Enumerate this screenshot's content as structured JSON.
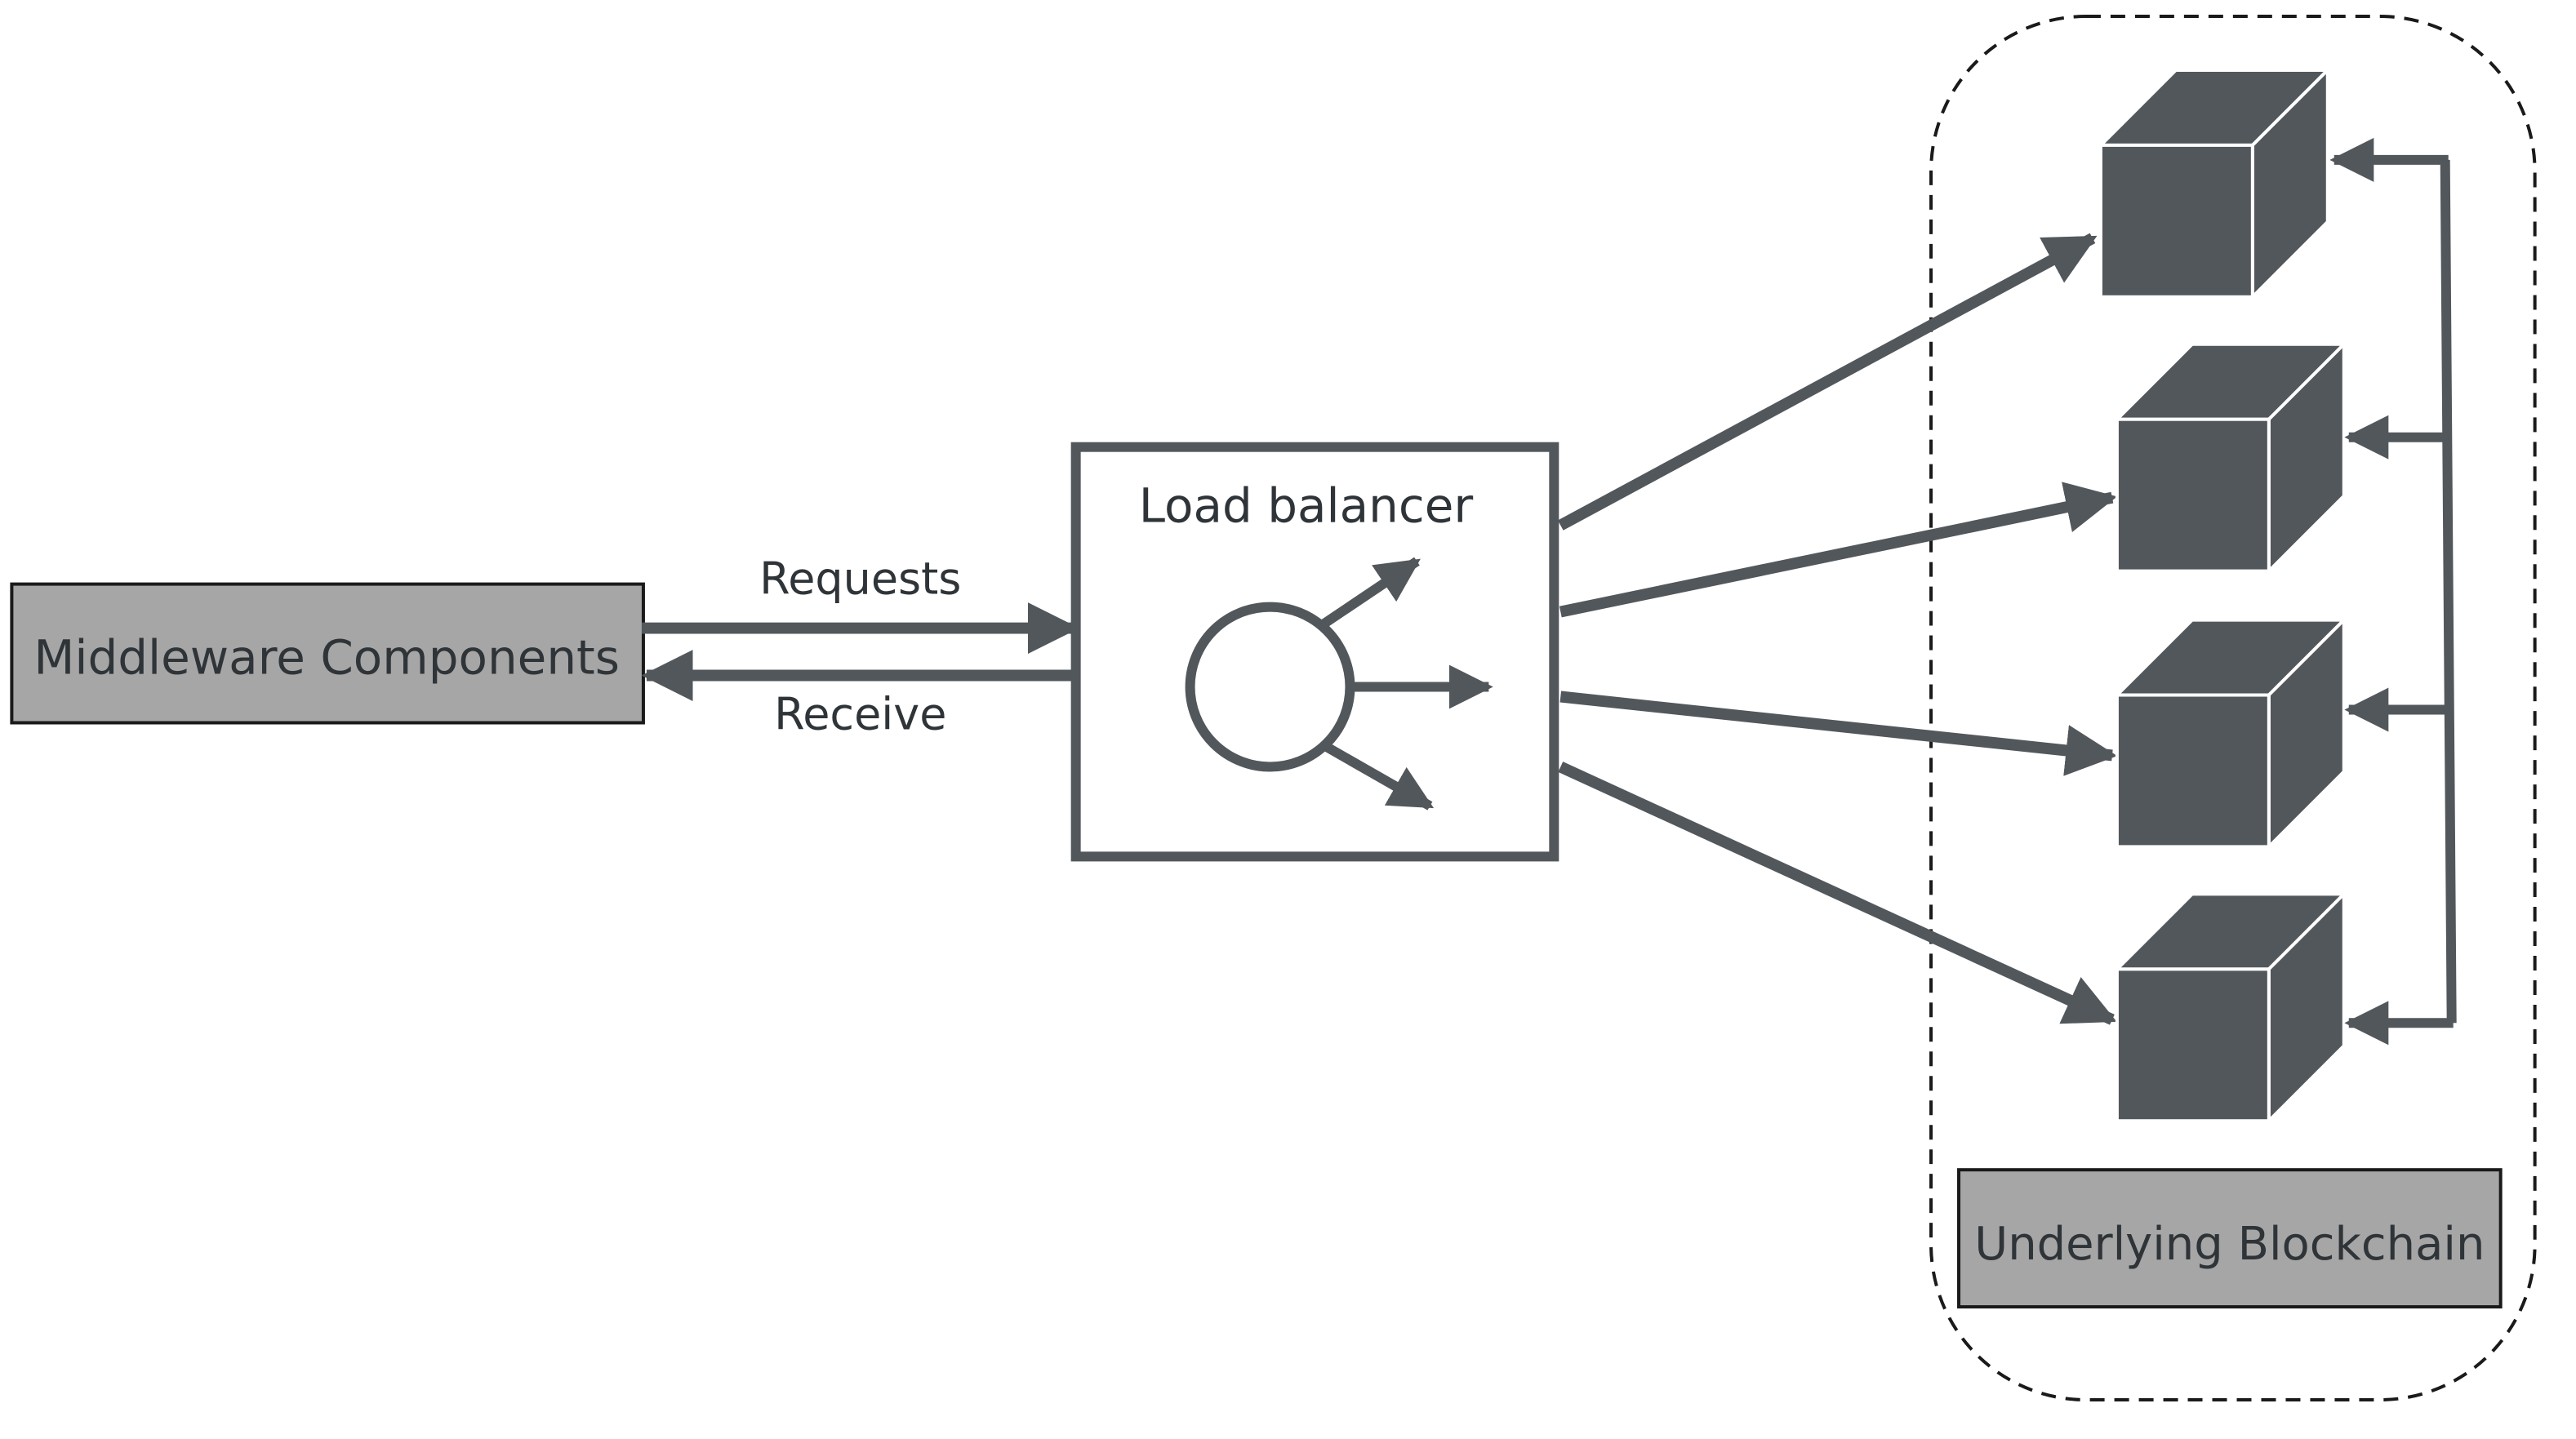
{
  "colors": {
    "stroke": "#52575c",
    "node_fill": "#52575c",
    "box_fill": "#a6a6a6",
    "text": "#2f3438"
  },
  "middleware": {
    "label": "Middleware Components"
  },
  "edges": {
    "requests_label": "Requests",
    "receive_label": "Receive"
  },
  "load_balancer": {
    "label": "Load balancer",
    "icon": "load-balancer-icon"
  },
  "blockchain": {
    "label": "Underlying Blockchain",
    "node_count": 4,
    "node_icon": "cube-icon"
  }
}
